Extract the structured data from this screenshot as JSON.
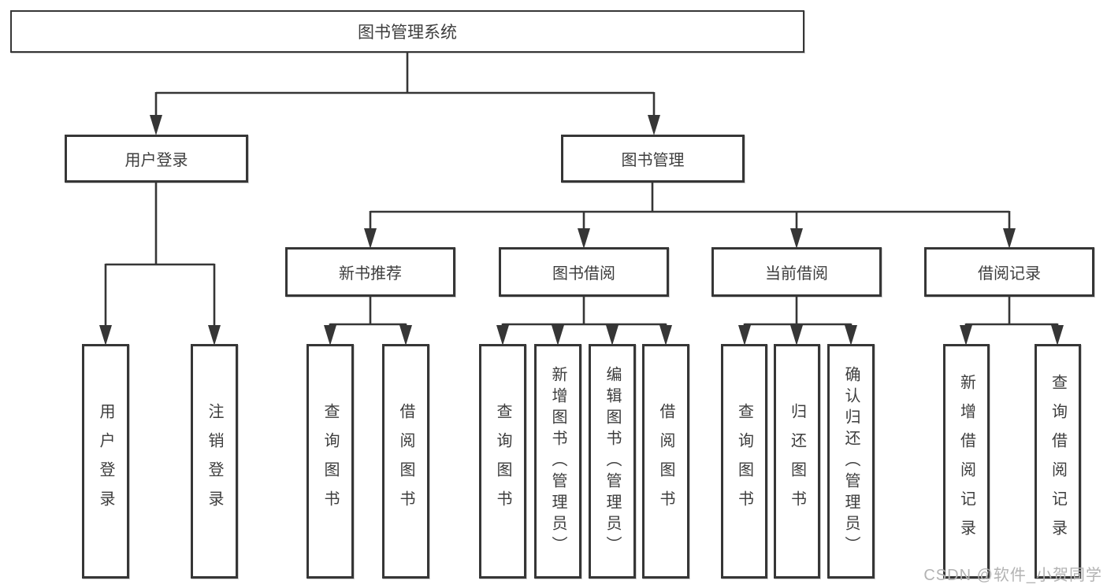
{
  "tree": {
    "root": {
      "label": "图书管理系统",
      "children": [
        {
          "label": "用户登录",
          "children": [
            {
              "label": "用户登录"
            },
            {
              "label": "注销登录"
            }
          ]
        },
        {
          "label": "图书管理",
          "children": [
            {
              "label": "新书推荐",
              "children": [
                {
                  "label": "查询图书"
                },
                {
                  "label": "借阅图书"
                }
              ]
            },
            {
              "label": "图书借阅",
              "children": [
                {
                  "label": "查询图书"
                },
                {
                  "label": "新增图书（管理员）"
                },
                {
                  "label": "编辑图书（管理员）"
                },
                {
                  "label": "借阅图书"
                }
              ]
            },
            {
              "label": "当前借阅",
              "children": [
                {
                  "label": "查询图书"
                },
                {
                  "label": "归还图书"
                },
                {
                  "label": "确认归还（管理员）"
                }
              ]
            },
            {
              "label": "借阅记录",
              "children": [
                {
                  "label": "新增借阅记录"
                },
                {
                  "label": "查询借阅记录"
                }
              ]
            }
          ]
        }
      ]
    }
  },
  "watermark": {
    "text": "CSDN @软件_小贺同学"
  },
  "colors": {
    "line": "#363636",
    "text": "#3d3d3d",
    "watermark": "#b3b3b3",
    "background": "#ffffff"
  }
}
